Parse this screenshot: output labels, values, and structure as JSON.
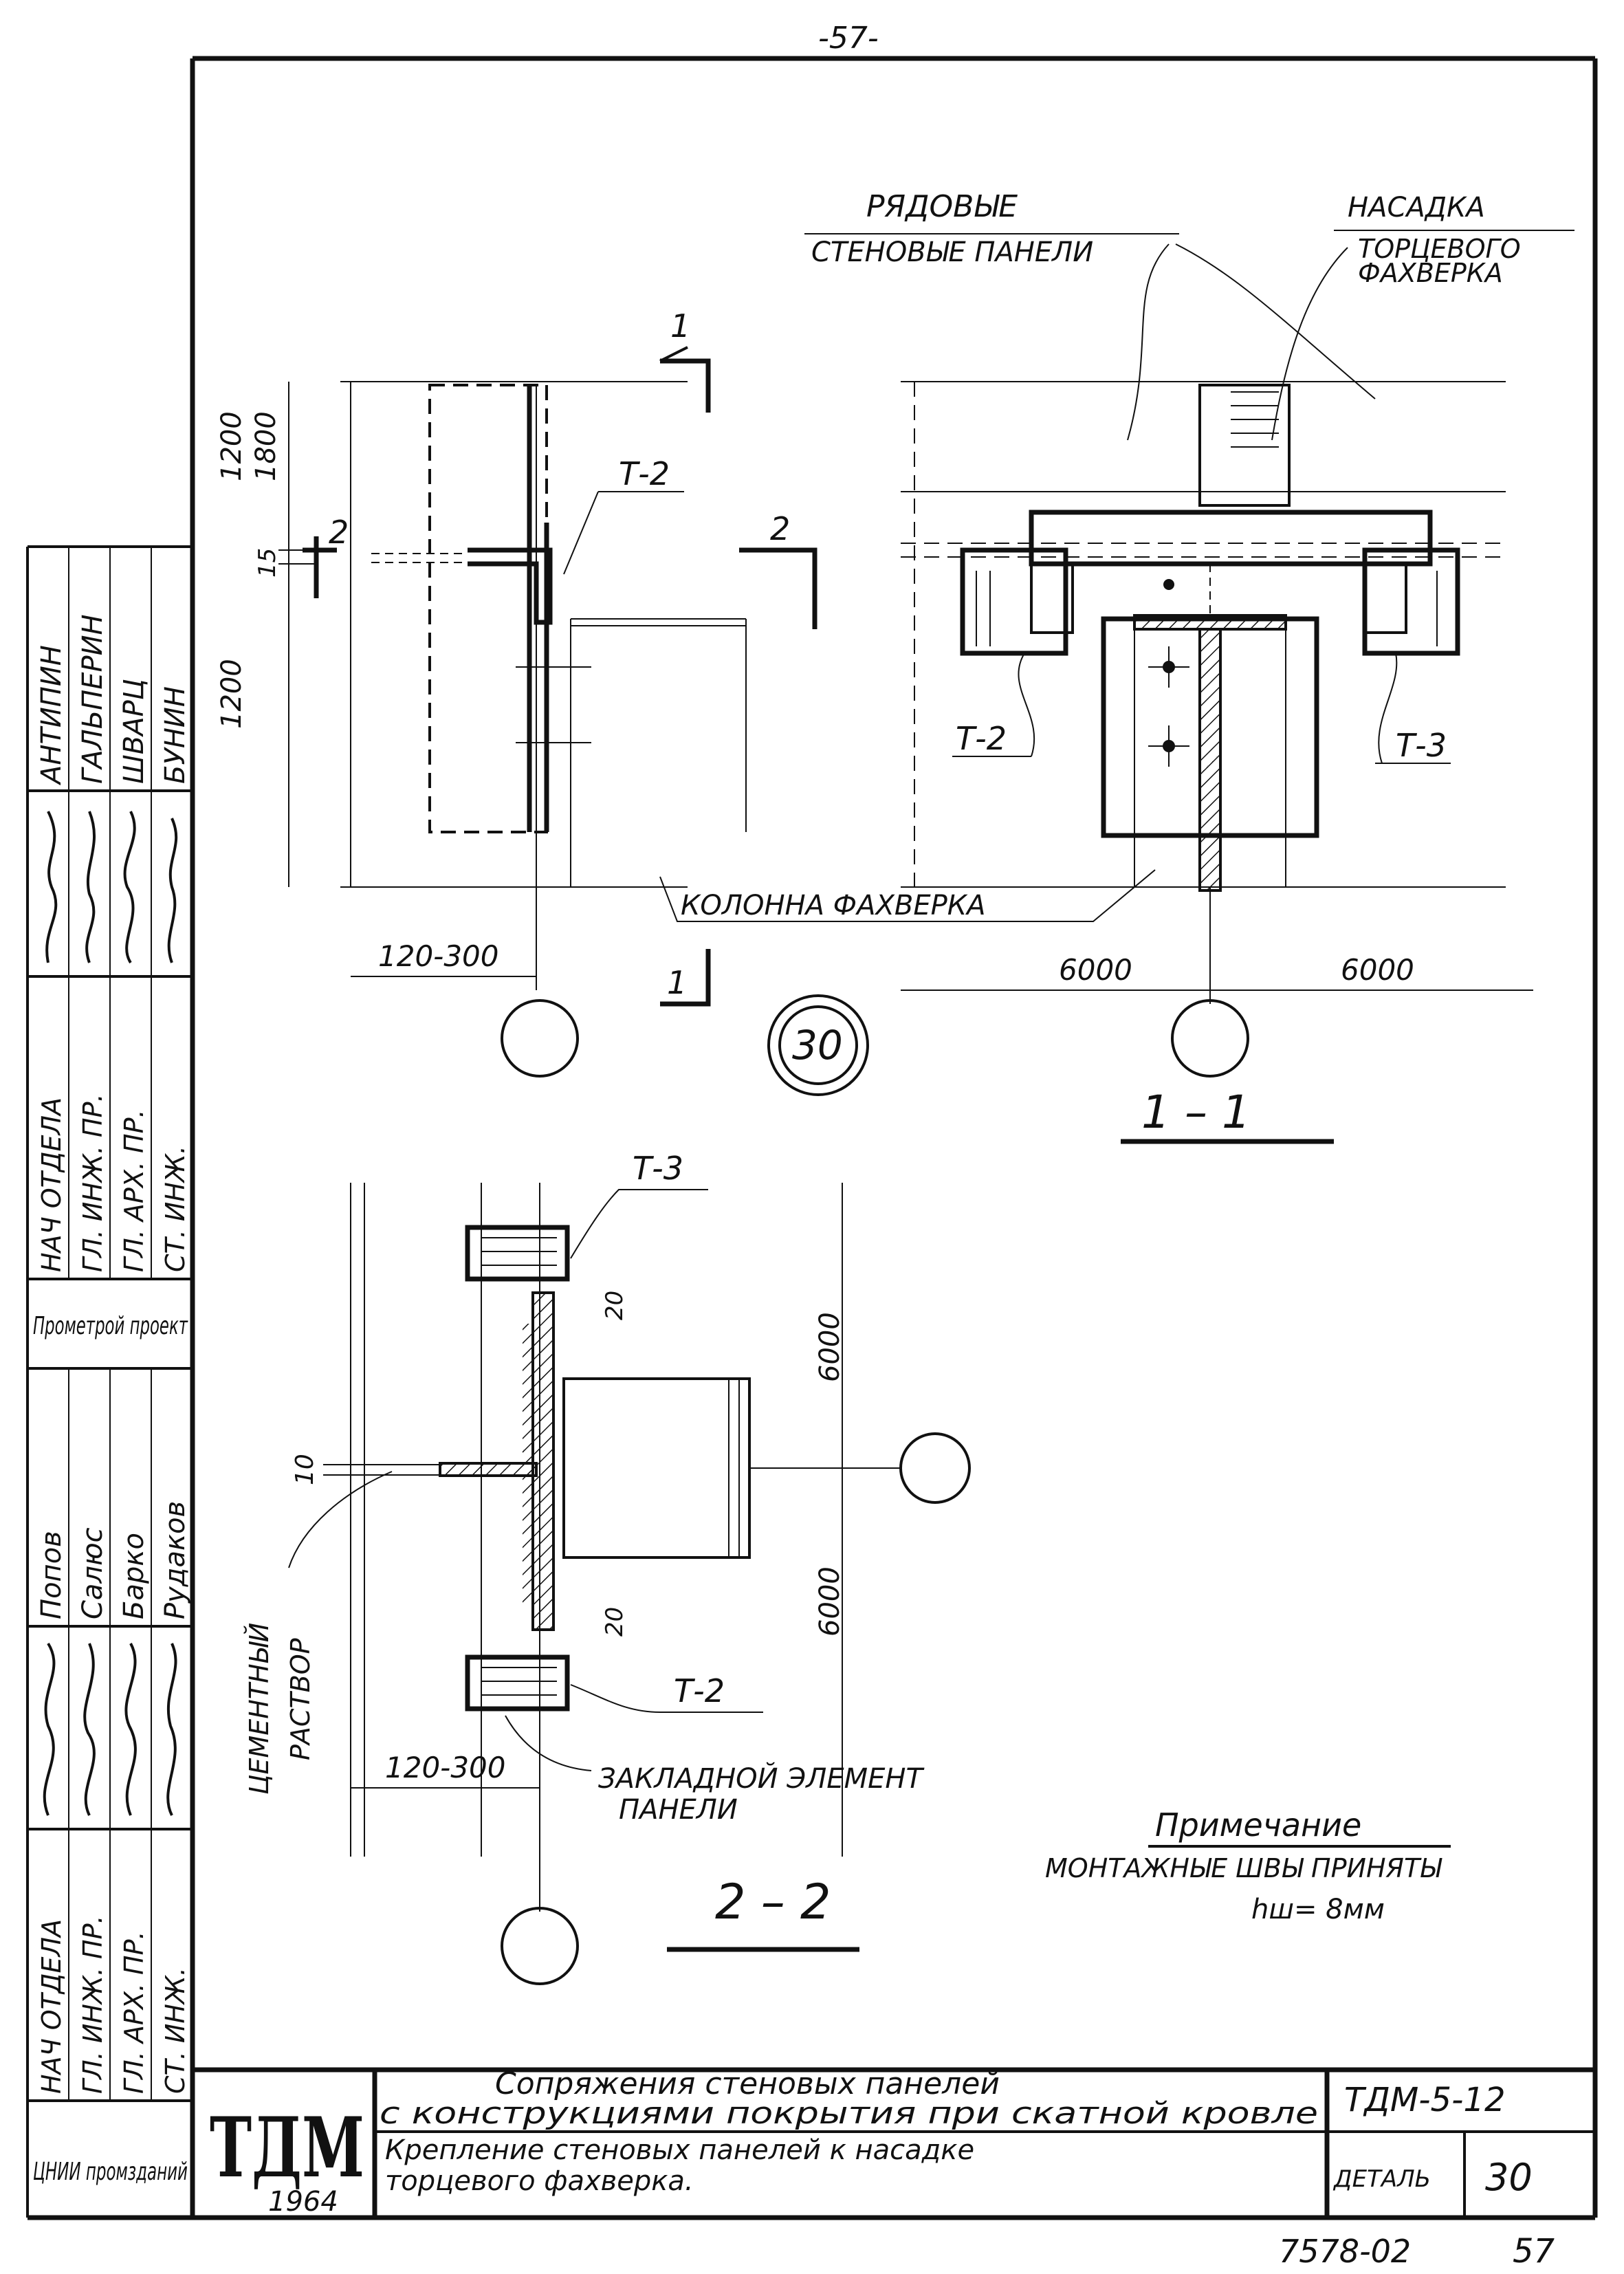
{
  "page_number_top": "-57-",
  "labels": {
    "ryadovye": "РЯДОВЫЕ",
    "stenovye_paneli": "СТЕНОВЫЕ ПАНЕЛИ",
    "nasadka": "НАСАДКА",
    "torcevogo": "ТОРЦЕВОГО",
    "fahverka": "ФАХВЕРКА",
    "kolonna": "КОЛОННА ФАХВЕРКА",
    "t2": "Т-2",
    "t3": "Т-3",
    "cut_1": "1",
    "cut_2": "2",
    "detail_num": "30",
    "section_11": "1 – 1",
    "section_22": "2 – 2",
    "cement_1": "ЦЕМЕНТНЫЙ",
    "cement_2": "РАСТВОР",
    "zakladnoy_1": "ЗАКЛАДНОЙ ЭЛЕМЕНТ",
    "zakladnoy_2": "ПАНЕЛИ",
    "note_title": "Примечание",
    "note_text": "МОНТАЖНЫЕ ШВЫ ПРИНЯТЫ",
    "note_weld": "hш= 8мм"
  },
  "dimensions": {
    "d1200a": "1200",
    "d1800": "1800",
    "d15": "15",
    "d1200b": "1200",
    "d120_300a": "120-300",
    "d6000a": "6000",
    "d6000b": "6000",
    "d6000c": "6000",
    "d6000d": "6000",
    "d10": "10",
    "d20a": "20",
    "d20b": "20",
    "d120_300b": "120-300"
  },
  "sidebar": {
    "roles_top": [
      "НАЧ ОТДЕЛА",
      "ГЛ. ИНЖ. ПР.",
      "ГЛ. АРХ. ПР.",
      "СТ. ИНЖ."
    ],
    "names_top": [
      "АНТИПИН",
      "ГАЛЬПЕРИН",
      "ШВАРЦ",
      "БУНИН"
    ],
    "org_top": "Прометрой проект",
    "roles_bottom": [
      "НАЧ ОТДЕЛА",
      "ГЛ. ИНЖ. ПР.",
      "ГЛ. АРХ. ПР.",
      "СТ. ИНЖ."
    ],
    "names_bottom": [
      "Попов",
      "Салюс",
      "Барко",
      "Рудаков"
    ],
    "org_bottom": "ЦНИИ промзданий"
  },
  "title_block": {
    "logo": "ТДМ",
    "year": "1964",
    "title_line1": "Сопряжения стеновых панелей",
    "title_line2": "с конструкциями покрытия при скатной кровле",
    "subtitle_line1": "Крепление стеновых панелей к насадке",
    "subtitle_line2": "торцевого фахверка.",
    "code": "ТДМ-5-12",
    "detail_label": "ДЕТАЛЬ",
    "detail_value": "30"
  },
  "footer": {
    "inventory": "7578-02",
    "page": "57"
  }
}
